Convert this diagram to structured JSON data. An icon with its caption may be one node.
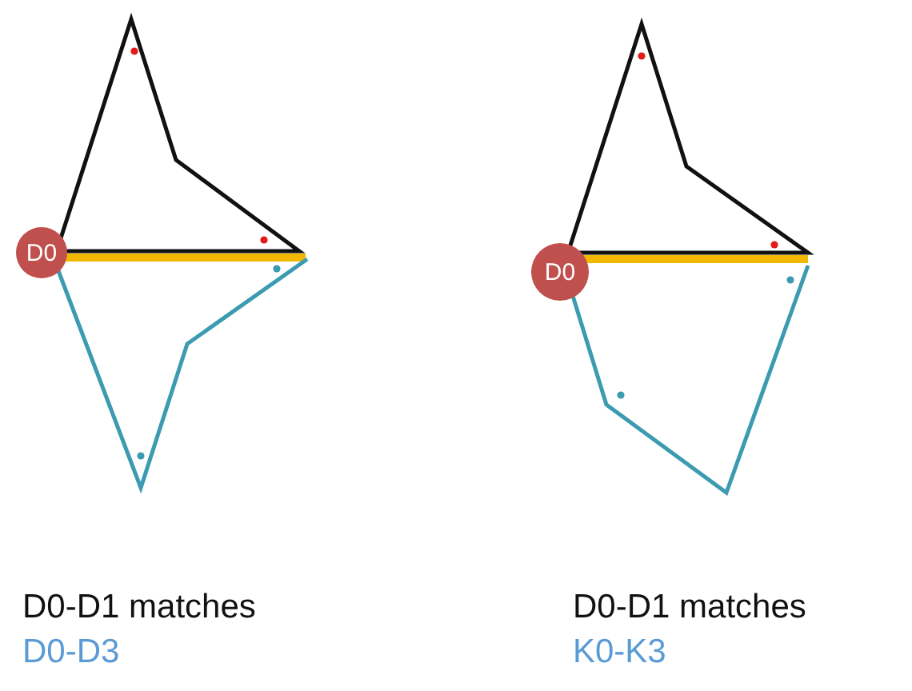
{
  "diagram": {
    "nodes": [
      {
        "text": [
          "D0"
        ]
      },
      {
        "text": [
          "D0"
        ]
      }
    ],
    "labels": [
      "D0-D1 matches",
      "D0-D3",
      "D0-D1 matches",
      "K0-K3"
    ]
  }
}
